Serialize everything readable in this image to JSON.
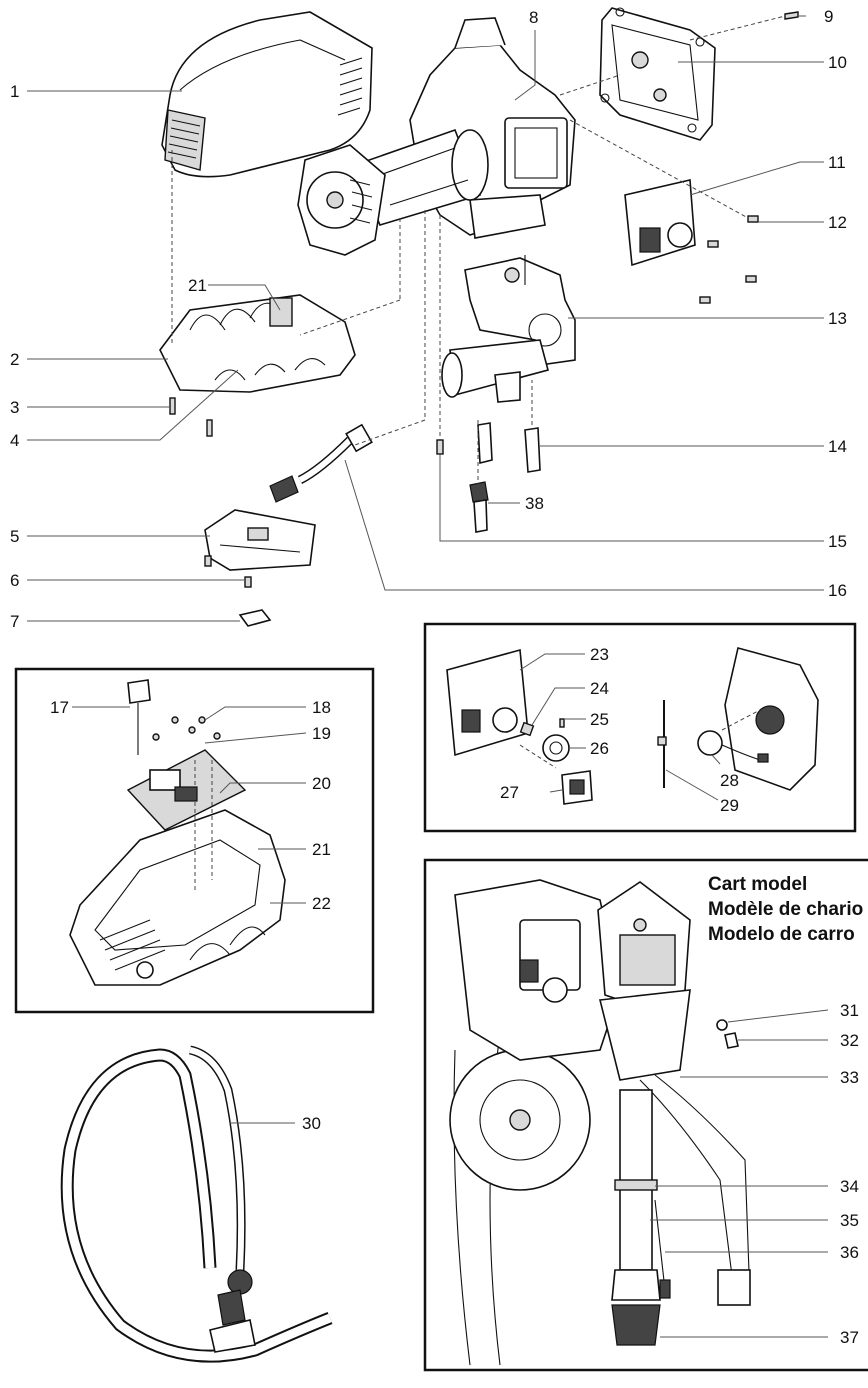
{
  "callouts": {
    "c1": "1",
    "c2": "2",
    "c3": "3",
    "c4": "4",
    "c5": "5",
    "c6": "6",
    "c7": "7",
    "c8": "8",
    "c9": "9",
    "c10": "10",
    "c11": "11",
    "c12": "12",
    "c13": "13",
    "c14": "14",
    "c15": "15",
    "c16": "16",
    "c17": "17",
    "c18": "18",
    "c19": "19",
    "c20": "20",
    "c21a": "21",
    "c21b": "21",
    "c22": "22",
    "c23": "23",
    "c24": "24",
    "c25": "25",
    "c26": "26",
    "c27": "27",
    "c28": "28",
    "c29": "29",
    "c30": "30",
    "c31": "31",
    "c32": "32",
    "c33": "33",
    "c34": "34",
    "c35": "35",
    "c36": "36",
    "c37": "37",
    "c38": "38"
  },
  "cart_title": {
    "line1": "Cart model",
    "line2": "Modèle de chario",
    "line3": "Modelo de carro"
  }
}
